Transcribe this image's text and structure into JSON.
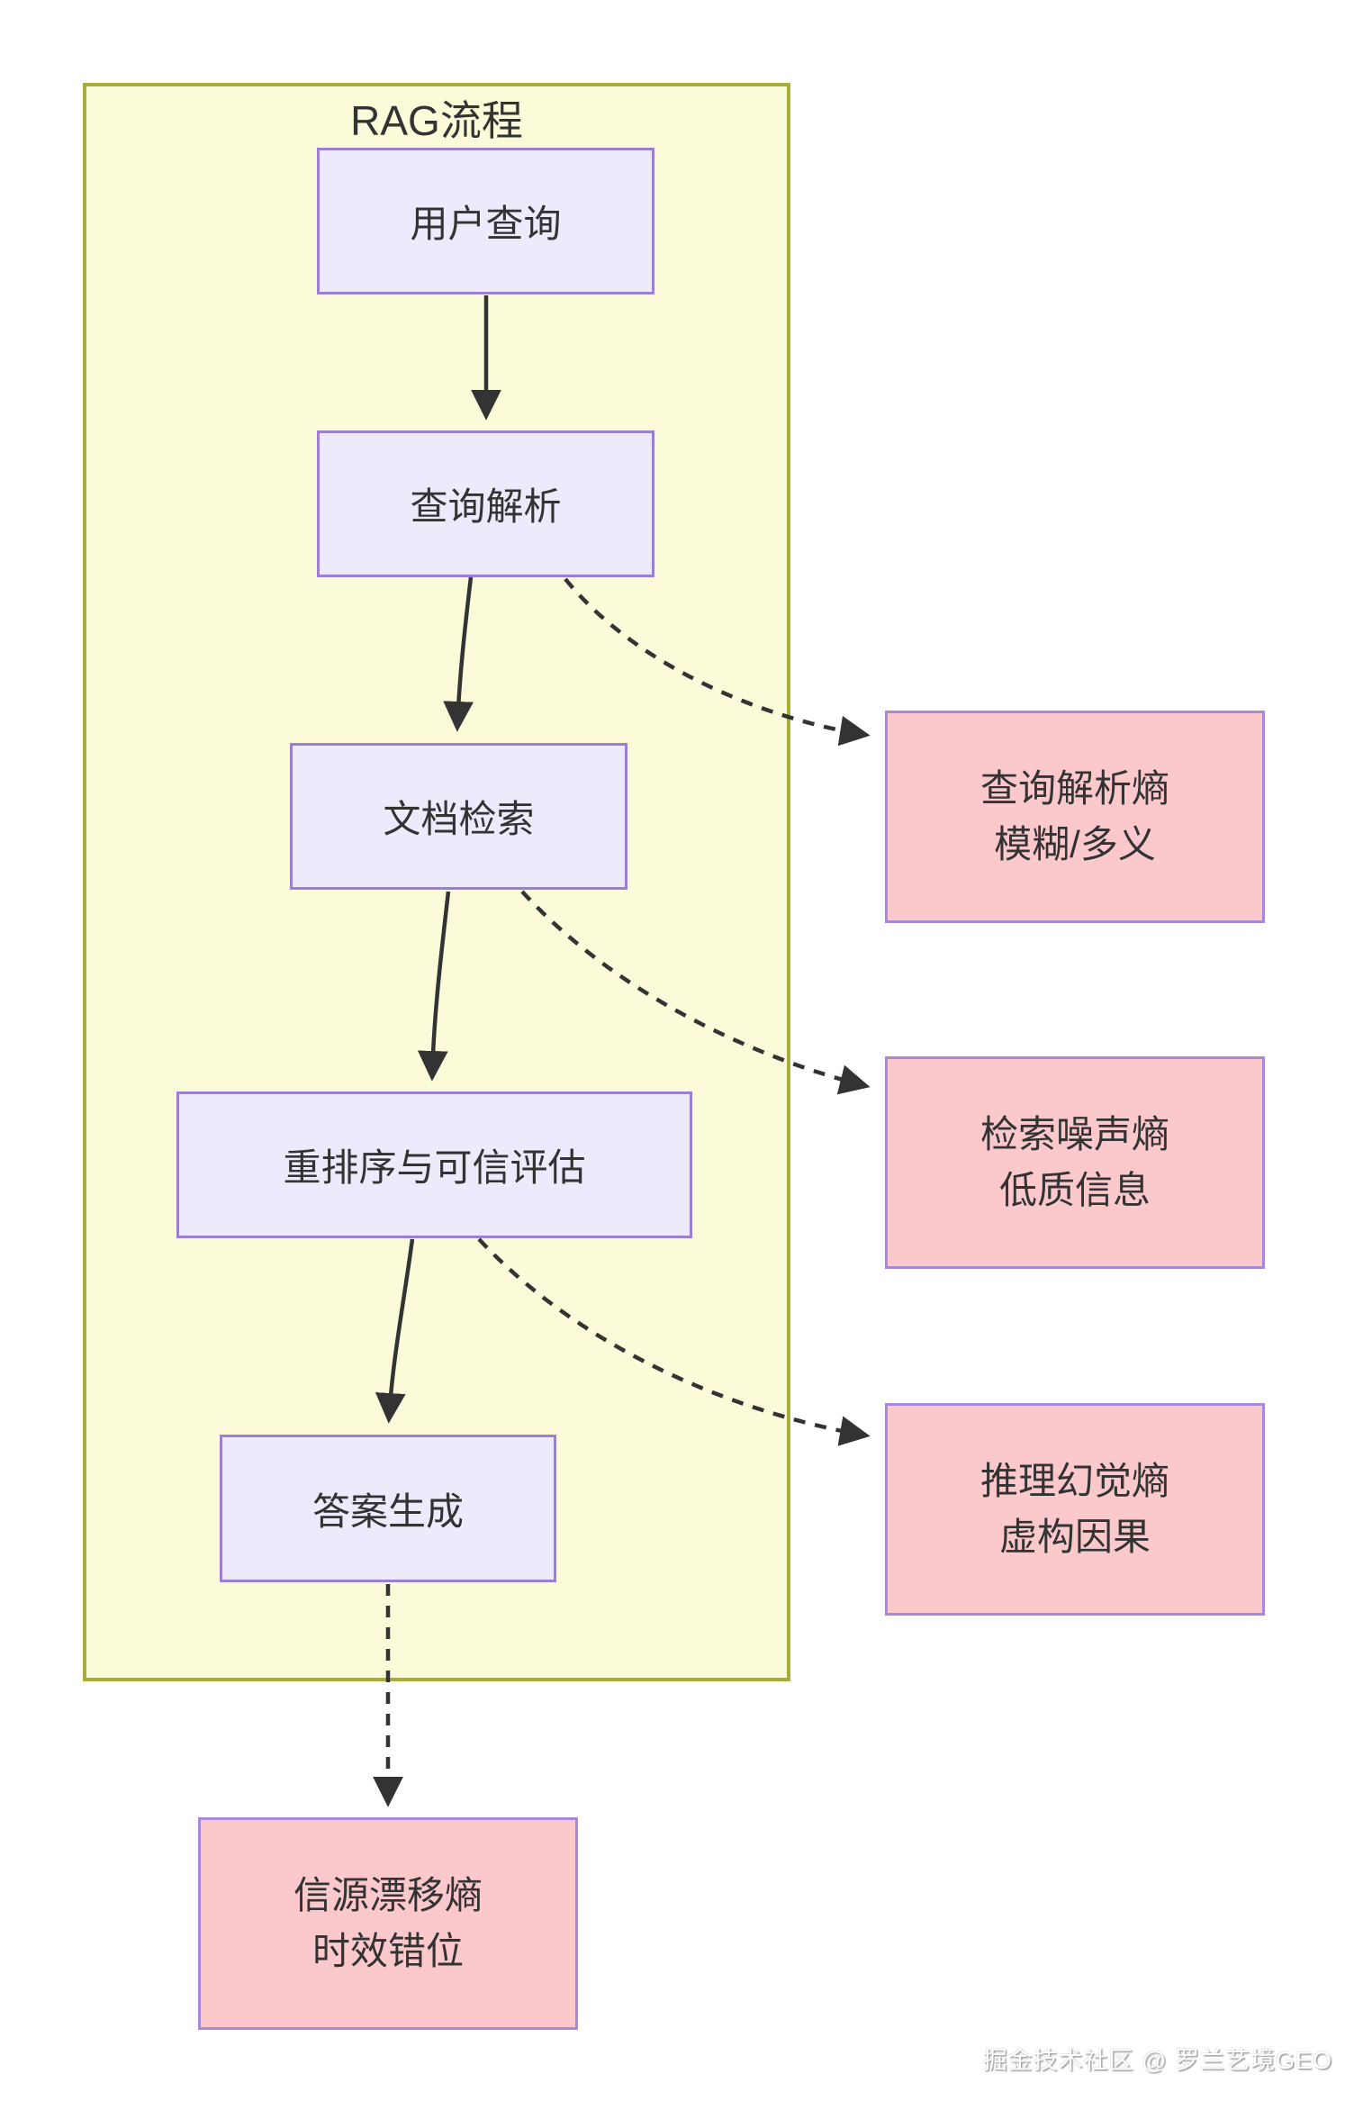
{
  "diagram": {
    "container": {
      "title": "RAG流程"
    },
    "flow_nodes": [
      {
        "id": "user-query",
        "label": "用户查询"
      },
      {
        "id": "query-parsing",
        "label": "查询解析"
      },
      {
        "id": "doc-retrieval",
        "label": "文档检索"
      },
      {
        "id": "rerank-trust",
        "label": "重排序与可信评估"
      },
      {
        "id": "answer-gen",
        "label": "答案生成"
      }
    ],
    "entropy_nodes": [
      {
        "id": "query-parsing-entropy",
        "line1": "查询解析熵",
        "line2": "模糊/多义"
      },
      {
        "id": "retrieval-noise-entropy",
        "line1": "检索噪声熵",
        "line2": "低质信息"
      },
      {
        "id": "hallucination-entropy",
        "line1": "推理幻觉熵",
        "line2": "虚构因果"
      },
      {
        "id": "source-drift-entropy",
        "line1": "信源漂移熵",
        "line2": "时效错位"
      }
    ],
    "edges": {
      "solid": [
        "用户查询→查询解析",
        "查询解析→文档检索",
        "文档检索→重排序与可信评估",
        "重排序与可信评估→答案生成"
      ],
      "dashed": [
        "查询解析⇢查询解析熵",
        "文档检索⇢检索噪声熵",
        "重排序与可信评估⇢推理幻觉熵",
        "答案生成⇢信源漂移熵"
      ]
    },
    "watermark": "掘金技术社区 @ 罗兰艺境GEO",
    "colors": {
      "page_background": "#FFFFFF",
      "container_fill": "#FBFBD9",
      "container_border": "#A9AC3B",
      "flow_node_fill": "#ECEAFB",
      "node_border": "#9B7FD4",
      "entropy_node_fill": "#FBC9CB",
      "arrow": "#333333",
      "text": "#333333",
      "watermark_text": "#FFFFFF"
    }
  }
}
